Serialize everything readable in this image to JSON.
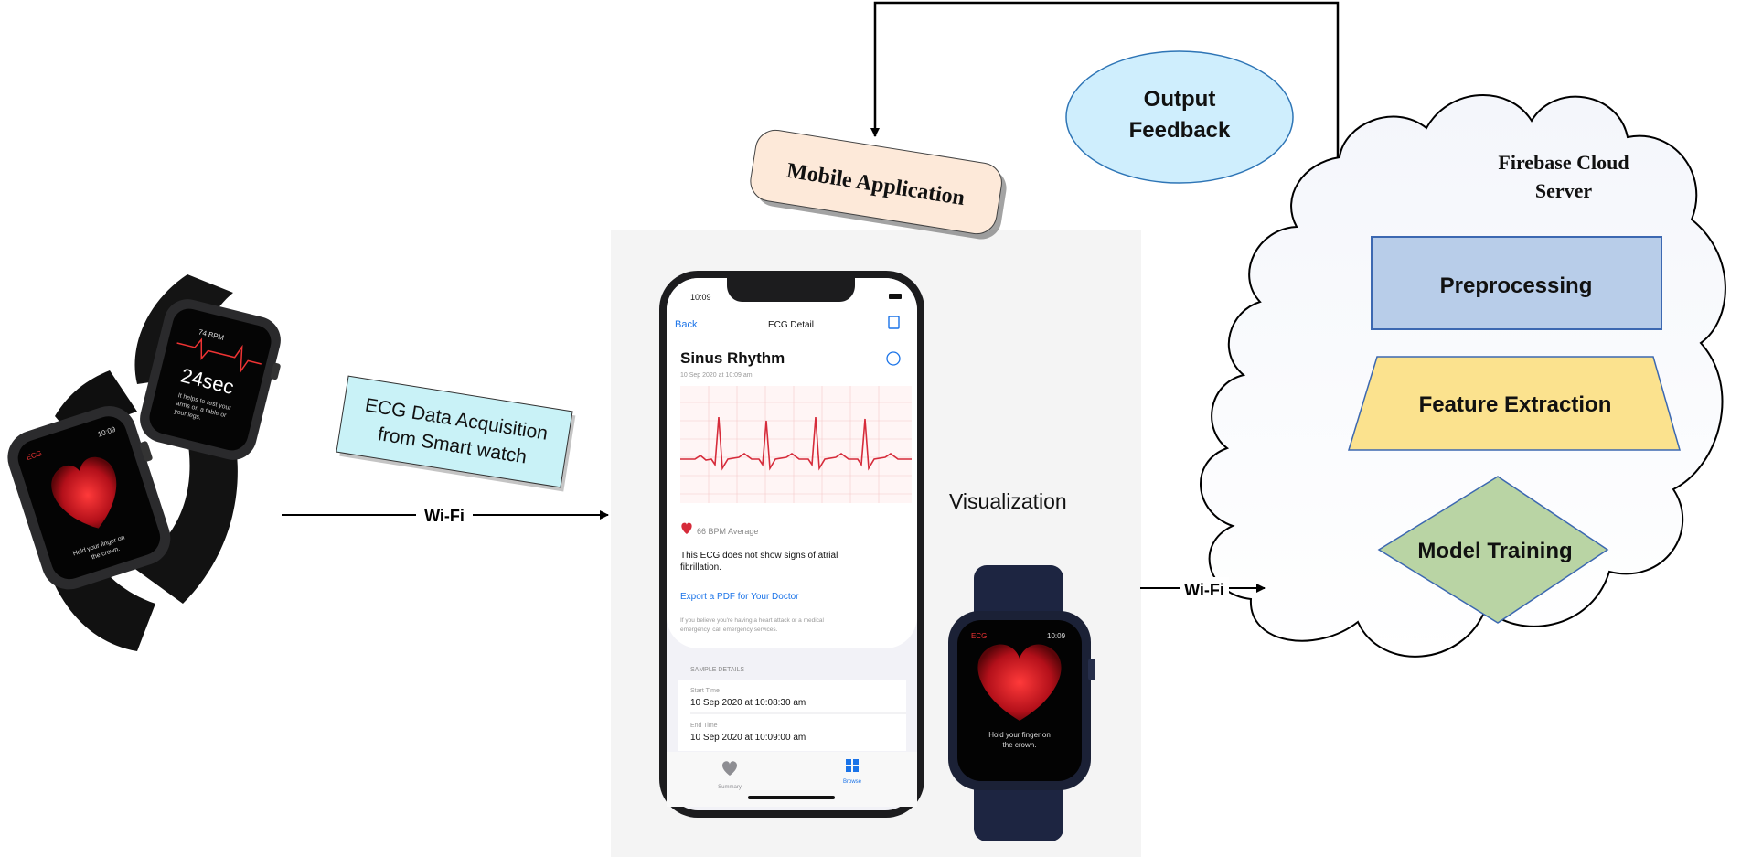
{
  "labels": {
    "ecg_acquisition_line1": "ECG Data Acquisition",
    "ecg_acquisition_line2": "from Smart watch",
    "wifi_left": "Wi-Fi",
    "wifi_right": "Wi-Fi",
    "mobile_application": "Mobile Application",
    "output_feedback_line1": "Output",
    "output_feedback_line2": "Feedback",
    "visualization": "Visualization",
    "firebase_line1": "Firebase Cloud",
    "firebase_line2": "Server",
    "preprocessing": "Preprocessing",
    "feature_extraction": "Feature Extraction",
    "model_training": "Model Training"
  },
  "phone_screen": {
    "time": "10:09",
    "back": "Back",
    "nav_title": "ECG Detail",
    "heading": "Sinus Rhythm",
    "subheading": "10 Sep 2020 at 10:09 am",
    "bpm": "66 BPM Average",
    "message_line1": "This ECG does not show signs of atrial",
    "message_line2": "fibrillation.",
    "export_link": "Export a PDF for Your Doctor",
    "note_line1": "If you believe you're having a heart attack or a medical",
    "note_line2": "emergency, call emergency services.",
    "section_header": "SAMPLE DETAILS",
    "start_label": "Start Time",
    "start_value": "10 Sep 2020 at 10:08:30 am",
    "end_label": "End Time",
    "end_value": "10 Sep 2020 at 10:09:00 am",
    "tab_summary": "Summary",
    "tab_browse": "Browse"
  },
  "watch_left_front": {
    "app": "ECG",
    "time": "10:09",
    "line1": "Hold your finger on",
    "line2": "the crown."
  },
  "watch_left_back": {
    "bpm": "74 BPM",
    "timer": "24sec",
    "line1": "It helps to rest your",
    "line2": "arms on a table or",
    "line3": "your legs."
  },
  "watch_right": {
    "app": "ECG",
    "time": "10:09",
    "line1": "Hold your finger on",
    "line2": "the crown."
  },
  "colors": {
    "ecg_box": "#c9f2f7",
    "mobile_box": "#fde9d9",
    "output_ellipse": "#cfeefd",
    "output_ellipse_stroke": "#2e75b6",
    "preprocessing": "#b8cde9",
    "preprocessing_stroke": "#3c68b1",
    "feature_extraction": "#fbe28e",
    "model_training": "#b9d4a4",
    "heart": "#c8202b"
  }
}
